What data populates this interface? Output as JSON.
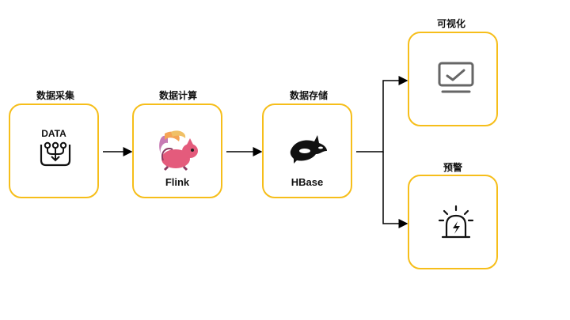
{
  "nodes": {
    "collect": {
      "label": "数据采集",
      "icon_text": "DATA",
      "icon": "data-collect-icon"
    },
    "compute": {
      "label": "数据计算",
      "caption": "Flink",
      "icon": "flink-squirrel-icon"
    },
    "storage": {
      "label": "数据存储",
      "caption": "HBase",
      "icon": "hbase-orca-icon"
    },
    "visual": {
      "label": "可视化",
      "icon": "monitor-chart-icon"
    },
    "alert": {
      "label": "预警",
      "icon": "alarm-siren-icon"
    }
  },
  "colors": {
    "border": "#f6be1a",
    "arrow": "#000000",
    "icon_gray": "#666666"
  }
}
